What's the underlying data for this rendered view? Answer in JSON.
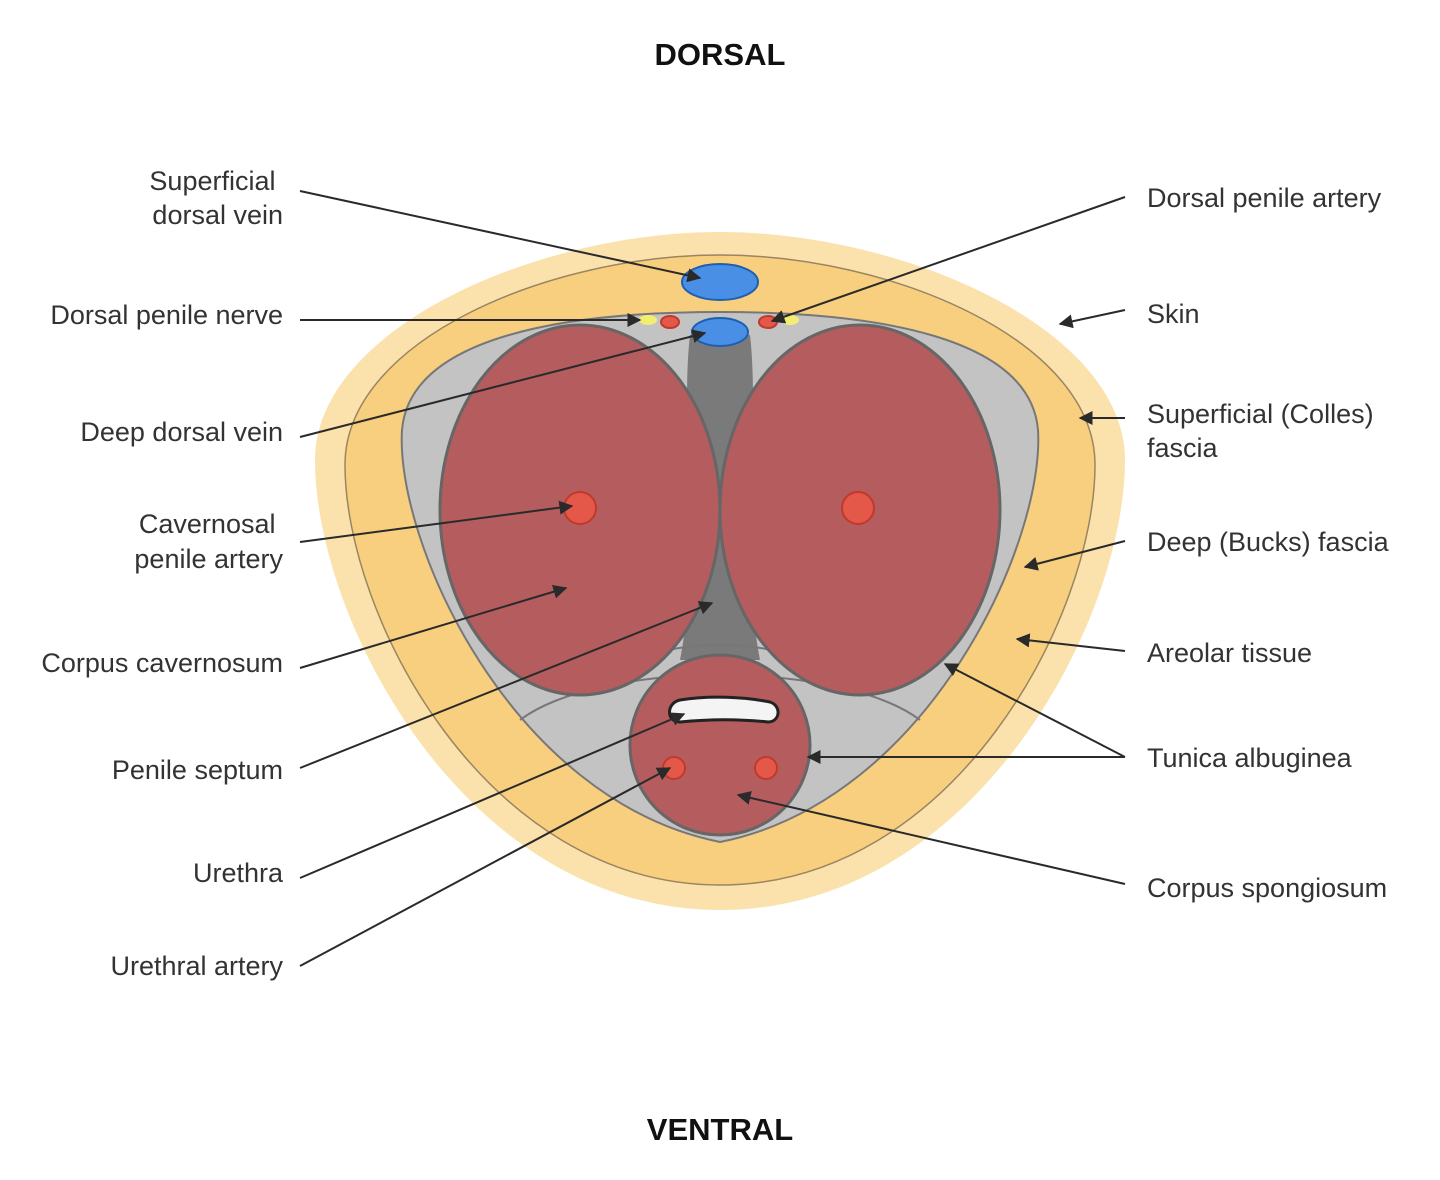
{
  "orientation": {
    "top": "DORSAL",
    "bottom": "VENTRAL"
  },
  "labels_left": [
    {
      "id": "superficial-dorsal-vein",
      "lines": [
        "Superficial",
        "dorsal  vein"
      ]
    },
    {
      "id": "dorsal-penile-nerve",
      "lines": [
        "Dorsal penile nerve"
      ]
    },
    {
      "id": "deep-dorsal-vein",
      "lines": [
        "Deep dorsal vein"
      ]
    },
    {
      "id": "cavernosal-penile-artery",
      "lines": [
        "Cavernosal",
        "penile artery"
      ]
    },
    {
      "id": "corpus-cavernosum",
      "lines": [
        "Corpus cavernosum"
      ]
    },
    {
      "id": "penile-septum",
      "lines": [
        "Penile septum"
      ]
    },
    {
      "id": "urethra",
      "lines": [
        "Urethra"
      ]
    },
    {
      "id": "urethral-artery",
      "lines": [
        "Urethral artery"
      ]
    }
  ],
  "labels_right": [
    {
      "id": "dorsal-penile-artery",
      "lines": [
        "Dorsal penile artery"
      ]
    },
    {
      "id": "skin",
      "lines": [
        "Skin"
      ]
    },
    {
      "id": "superficial-colles-fascia",
      "lines": [
        "Superficial (Colles)",
        "fascia"
      ]
    },
    {
      "id": "deep-bucks-fascia",
      "lines": [
        "Deep (Bucks) fascia"
      ]
    },
    {
      "id": "areolar-tissue",
      "lines": [
        "Areolar tissue"
      ]
    },
    {
      "id": "tunica-albuginea",
      "lines": [
        "Tunica albuginea"
      ]
    },
    {
      "id": "corpus-spongiosum",
      "lines": [
        "Corpus spongiosum"
      ]
    }
  ],
  "colors": {
    "skin": "#fbe2ad",
    "colles_fascia": "#f8cf7e",
    "bucks_fascia": "#c3c3c4",
    "septum": "#7a7a7a",
    "corpus_tissue": "#b45c5e",
    "artery": "#e4584a",
    "vein": "#4a8fe6",
    "nerve": "#f3ee72",
    "urethra": "#f4f4f4"
  }
}
